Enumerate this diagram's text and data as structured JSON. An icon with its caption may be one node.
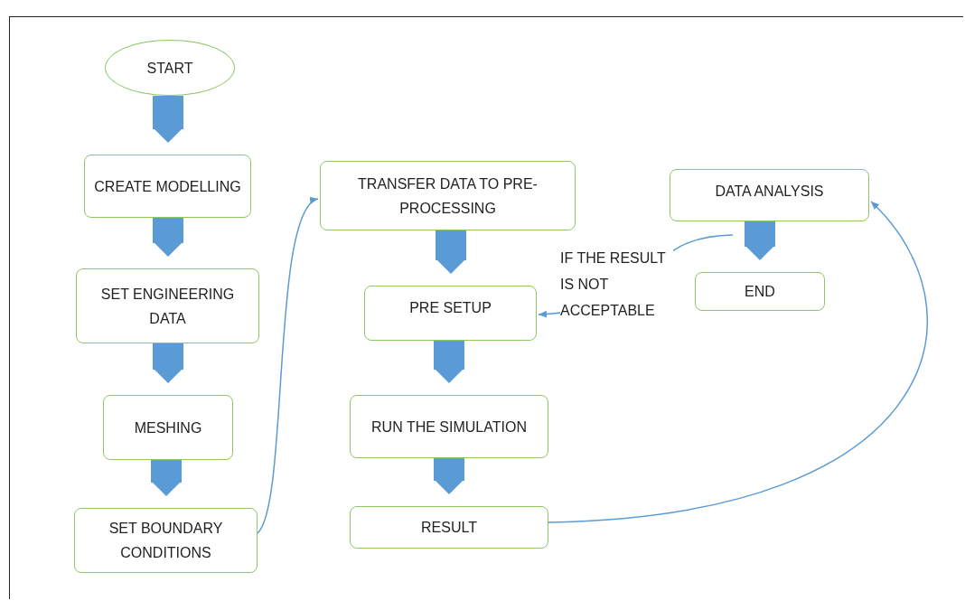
{
  "diagram": {
    "nodes": [
      {
        "text": [
          "START"
        ]
      },
      {
        "text": [
          "CREATE MODELLING"
        ]
      },
      {
        "text": [
          "SET ENGINEERING DATA"
        ]
      },
      {
        "text": [
          "MESHING"
        ]
      },
      {
        "text": [
          "SET BOUNDARY CONDITIONS"
        ]
      },
      {
        "text": [
          "TRANSFER DATA TO PRE-PROCESSING"
        ]
      },
      {
        "text": [
          "PRE SETUP"
        ]
      },
      {
        "text": [
          "RUN THE SIMULATION"
        ]
      },
      {
        "text": [
          "RESULT"
        ]
      },
      {
        "text": [
          "DATA ANALYSIS"
        ]
      },
      {
        "text": [
          "END"
        ]
      }
    ],
    "edges": [
      {
        "from": 0,
        "to": 1,
        "arrow": "to"
      },
      {
        "from": 1,
        "to": 2,
        "arrow": "to"
      },
      {
        "from": 2,
        "to": 3,
        "arrow": "to"
      },
      {
        "from": 3,
        "to": 4,
        "arrow": "to"
      },
      {
        "from": 4,
        "to": 5,
        "arrow": "to"
      },
      {
        "from": 5,
        "to": 6,
        "arrow": "to"
      },
      {
        "from": 6,
        "to": 7,
        "arrow": "to"
      },
      {
        "from": 7,
        "to": 8,
        "arrow": "to"
      },
      {
        "from": 8,
        "to": 9,
        "arrow": "to"
      },
      {
        "from": 9,
        "to": 10,
        "arrow": "to"
      },
      {
        "from": 9,
        "to": 6,
        "arrow": "to",
        "label": "IF THE RESULT IS NOT ACCEPTABLE"
      }
    ]
  }
}
